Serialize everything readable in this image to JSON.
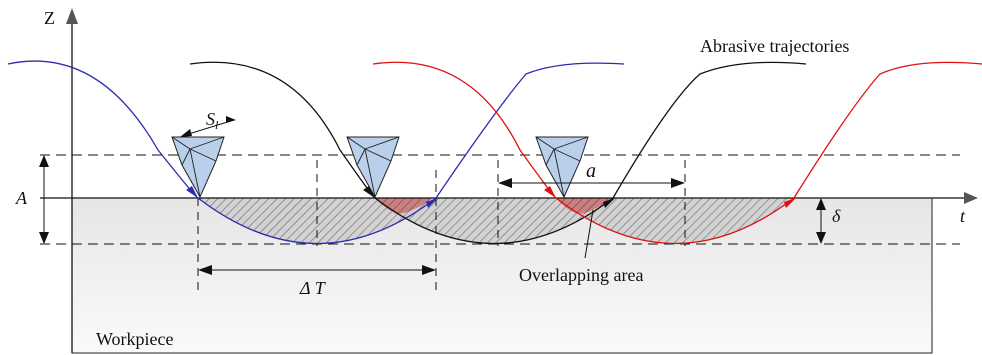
{
  "labels": {
    "z_axis": "Z",
    "t_axis": "t",
    "amplitude": "A",
    "delta_t": "Δ T",
    "s_l_main": "S",
    "s_l_sub": "l",
    "a": "a",
    "delta": "δ",
    "abrasive_trajectories": "Abrasive trajectories",
    "overlapping_area": "Overlapping area",
    "workpiece": "Workpiece"
  },
  "colors": {
    "trajectory_1": "#2b2bb0",
    "trajectory_2": "#111111",
    "trajectory_3": "#e01010",
    "workpiece_fill": "#f1f1f1",
    "overlap_fill": "#c98080",
    "abrasive_fill": "#b9cfea"
  },
  "icons": [
    "abrasive-grain-icon"
  ]
}
